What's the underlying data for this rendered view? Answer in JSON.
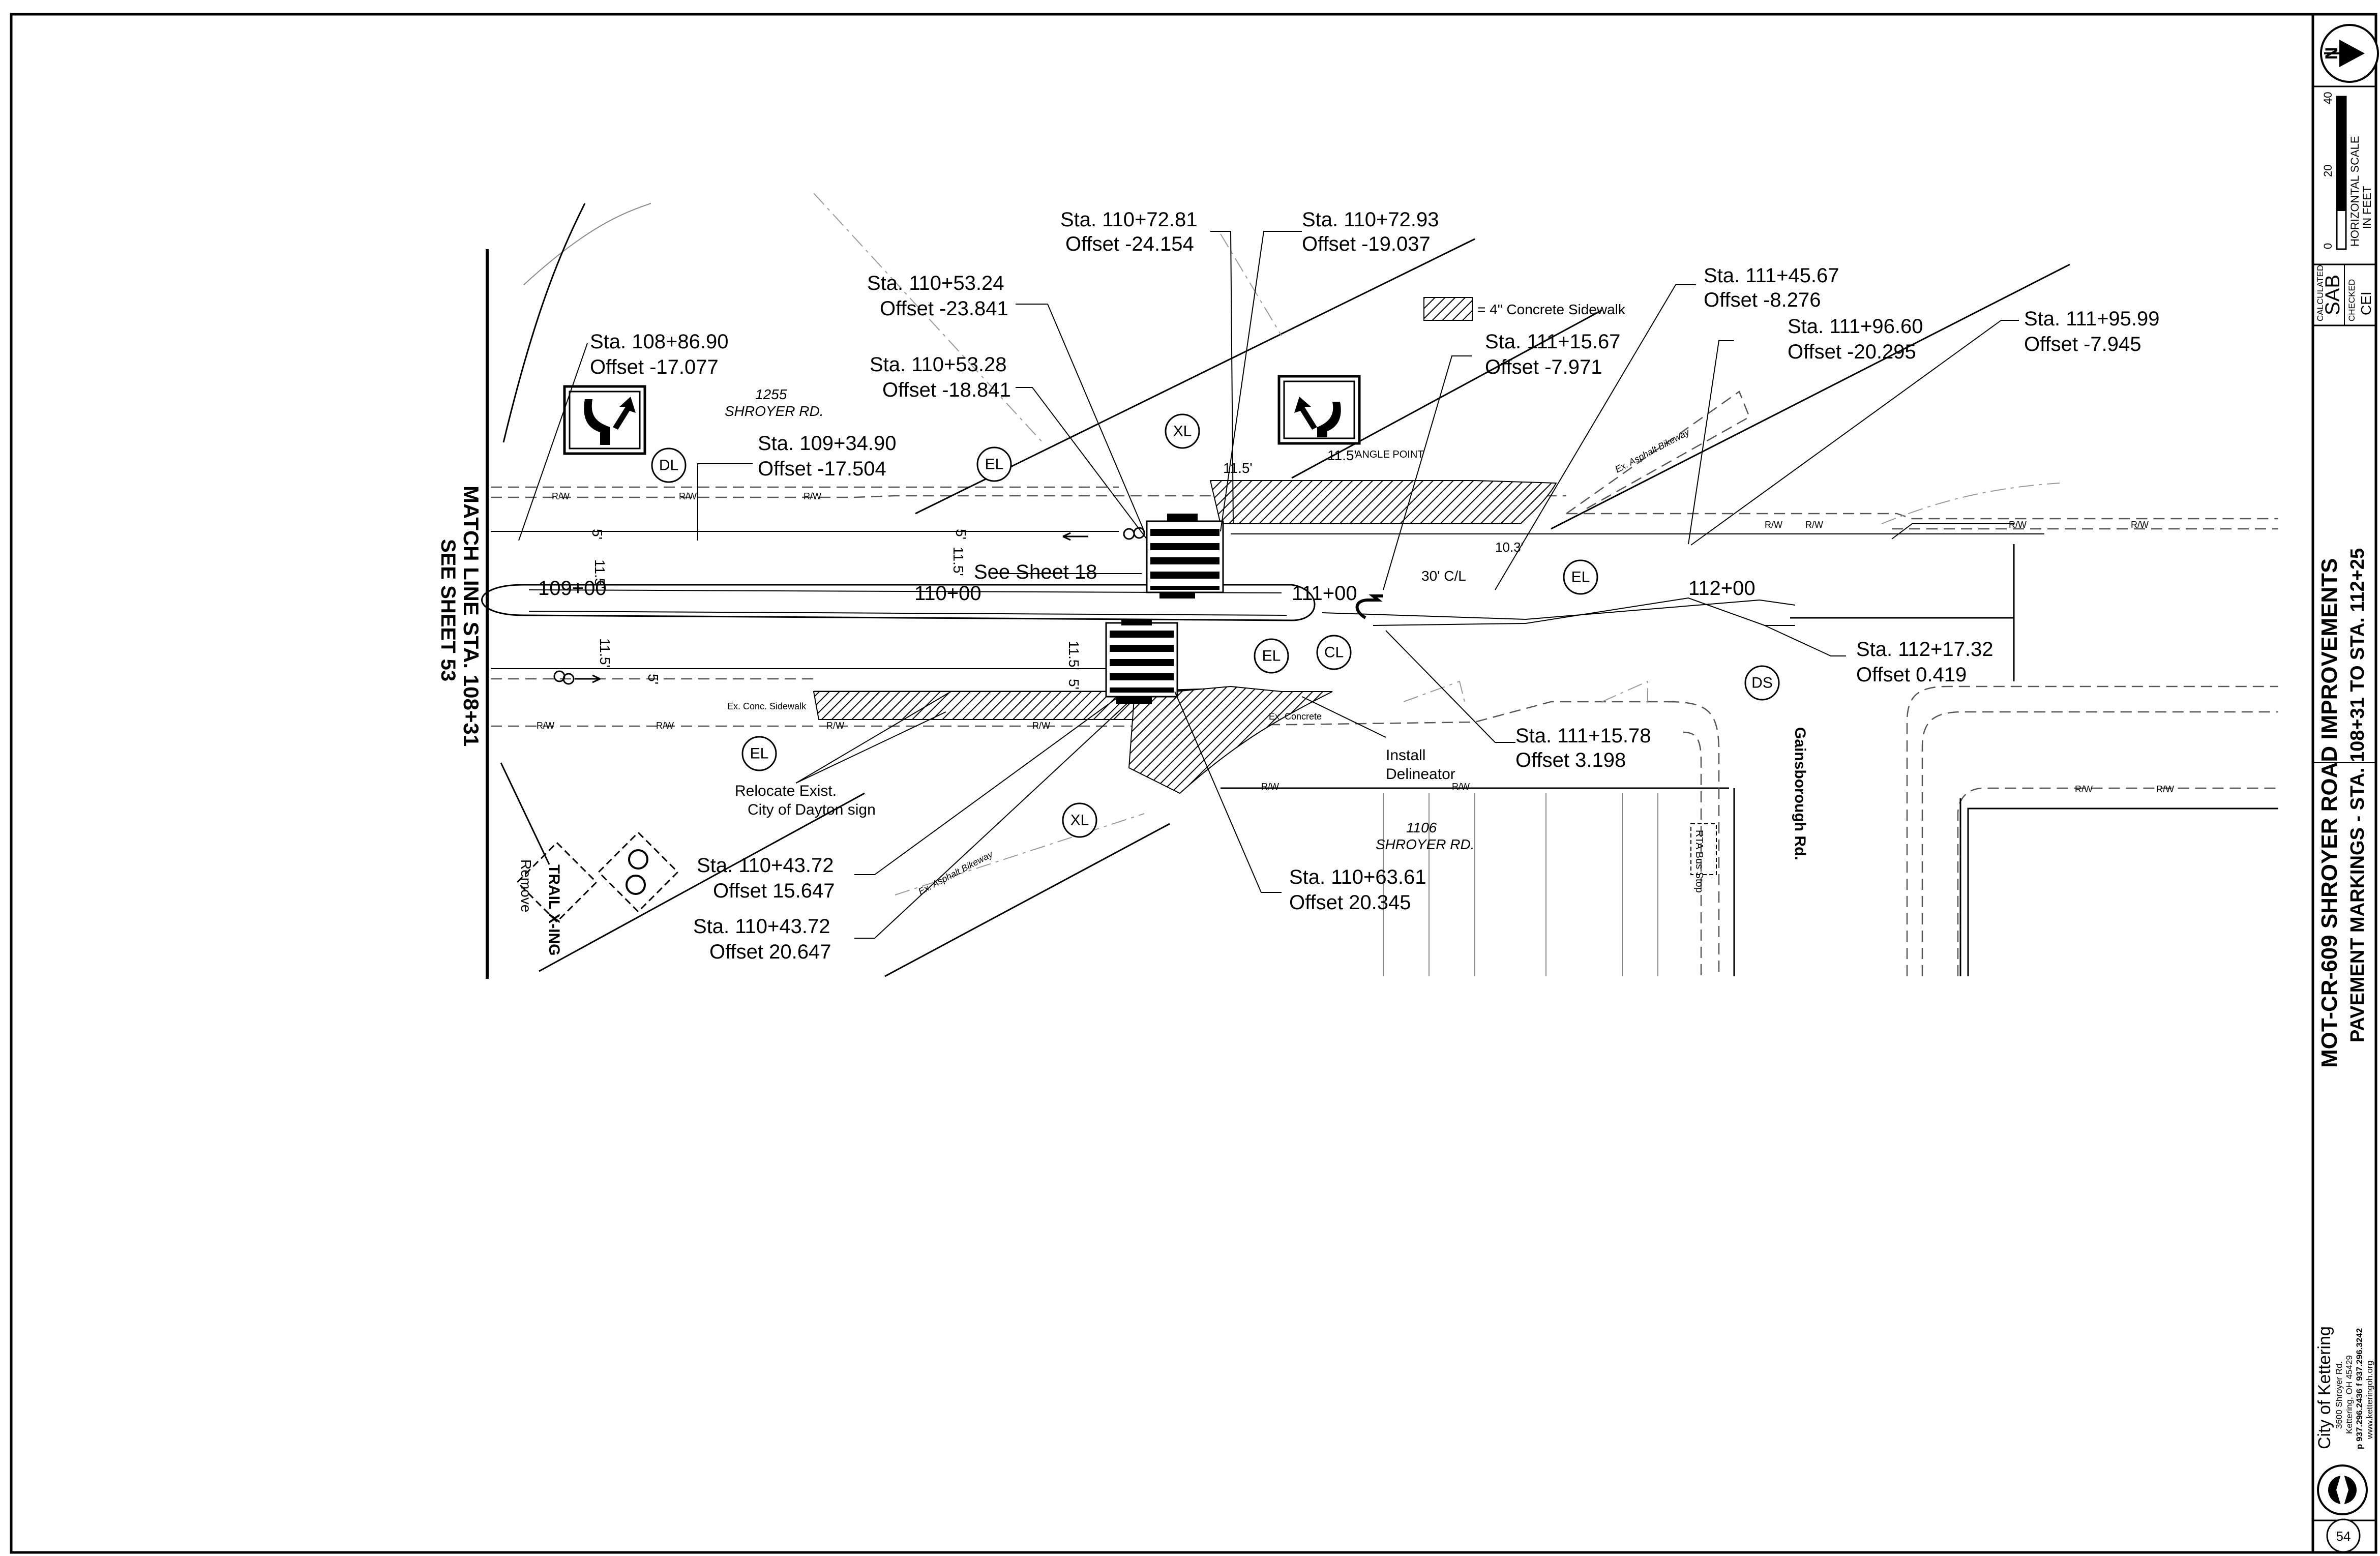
{
  "title_block": {
    "project_title": "MOT-CR-609 SHROYER ROAD IMPROVEMENTS",
    "subtitle": "PAVEMENT MARKINGS - STA. 108+31 TO STA. 112+25",
    "sheet_number": "54",
    "calculated_label": "CALCULATED",
    "calculated_by": "SAB",
    "checked_label": "CHECKED",
    "checked_by": "CEI",
    "scale_label": "HORIZONTAL SCALE",
    "scale_unit": "IN FEET",
    "scale_ticks": [
      "0",
      "20",
      "40"
    ],
    "north_label": "N",
    "agency_name": "City of Kettering",
    "agency_address": "3600 Shroyer Rd.",
    "agency_city": "Kettering, OH 45429",
    "agency_phone": "p 937.296.2436 f 937.296.3242",
    "agency_web": "www.ketteringoh.org"
  },
  "match_line": {
    "line1": "MATCH LINE STA. 108+31",
    "line2": "SEE SHEET 53"
  },
  "legend": {
    "text": "= 4\" Concrete Sidewalk"
  },
  "stations": [
    "109+00",
    "110+00",
    "111+00",
    "112+00"
  ],
  "callouts": [
    {
      "sta": "Sta.  108+86.90",
      "off": "Offset  -17.077"
    },
    {
      "sta": "Sta.  109+34.90",
      "off": "Offset  -17.504"
    },
    {
      "sta": "Sta.  110+53.24",
      "off": "Offset  -23.841"
    },
    {
      "sta": "Sta.  110+53.28",
      "off": "Offset  -18.841"
    },
    {
      "sta": "Sta.  110+72.81",
      "off": "Offset  -24.154"
    },
    {
      "sta": "Sta.  110+72.93",
      "off": "Offset  -19.037"
    },
    {
      "sta": "Sta.  111+15.67",
      "off": "Offset  -7.971"
    },
    {
      "sta": "Sta.  111+45.67",
      "off": "Offset  -8.276"
    },
    {
      "sta": "Sta.  111+96.60",
      "off": "Offset  -20.295"
    },
    {
      "sta": "Sta.  111+95.99",
      "off": "Offset  -7.945"
    },
    {
      "sta": "Sta.  112+17.32",
      "off": "Offset  0.419"
    },
    {
      "sta": "Sta.  111+15.78",
      "off": "Offset  3.198"
    },
    {
      "sta": "Sta.  110+63.61",
      "off": "Offset  20.345"
    },
    {
      "sta": "Sta.  110+43.72",
      "off": "Offset  15.647"
    },
    {
      "sta": "Sta.  110+43.72",
      "off": "Offset  20.647"
    }
  ],
  "symbols": [
    "DL",
    "EL",
    "XL",
    "EL",
    "EL",
    "CL",
    "DS",
    "EL",
    "XL"
  ],
  "notes": {
    "see_sheet": "See Sheet 18",
    "install_line1": "Install",
    "install_line2": "Delineator",
    "relocate_line1": "Relocate Exist.",
    "relocate_line2": "City of Dayton sign",
    "angle_point": "ANGLE POINT",
    "cl_width": "30' C/L",
    "dim_10_3": "10.3'"
  },
  "addresses": [
    {
      "num": "1255",
      "street": "SHROYER RD."
    },
    {
      "num": "1106",
      "street": "SHROYER RD."
    }
  ],
  "street_labels": {
    "gainsborough": "Gainsborough Rd.",
    "bus_stop": "RTA Bus Stop",
    "bikeway": "Ex. Asphalt Bikeway",
    "ex_sidewalk": "Ex. Conc. Sidewalk",
    "ex_concrete": "Ex. Concrete",
    "trail_sign": "TRAIL X-ING",
    "remove": "Remove",
    "rw": "R/W"
  },
  "dims": [
    "11.5'",
    "5'",
    "11.5'",
    "11.5'",
    "5'",
    "11.5'",
    "5'",
    "11.5'",
    "5'"
  ]
}
